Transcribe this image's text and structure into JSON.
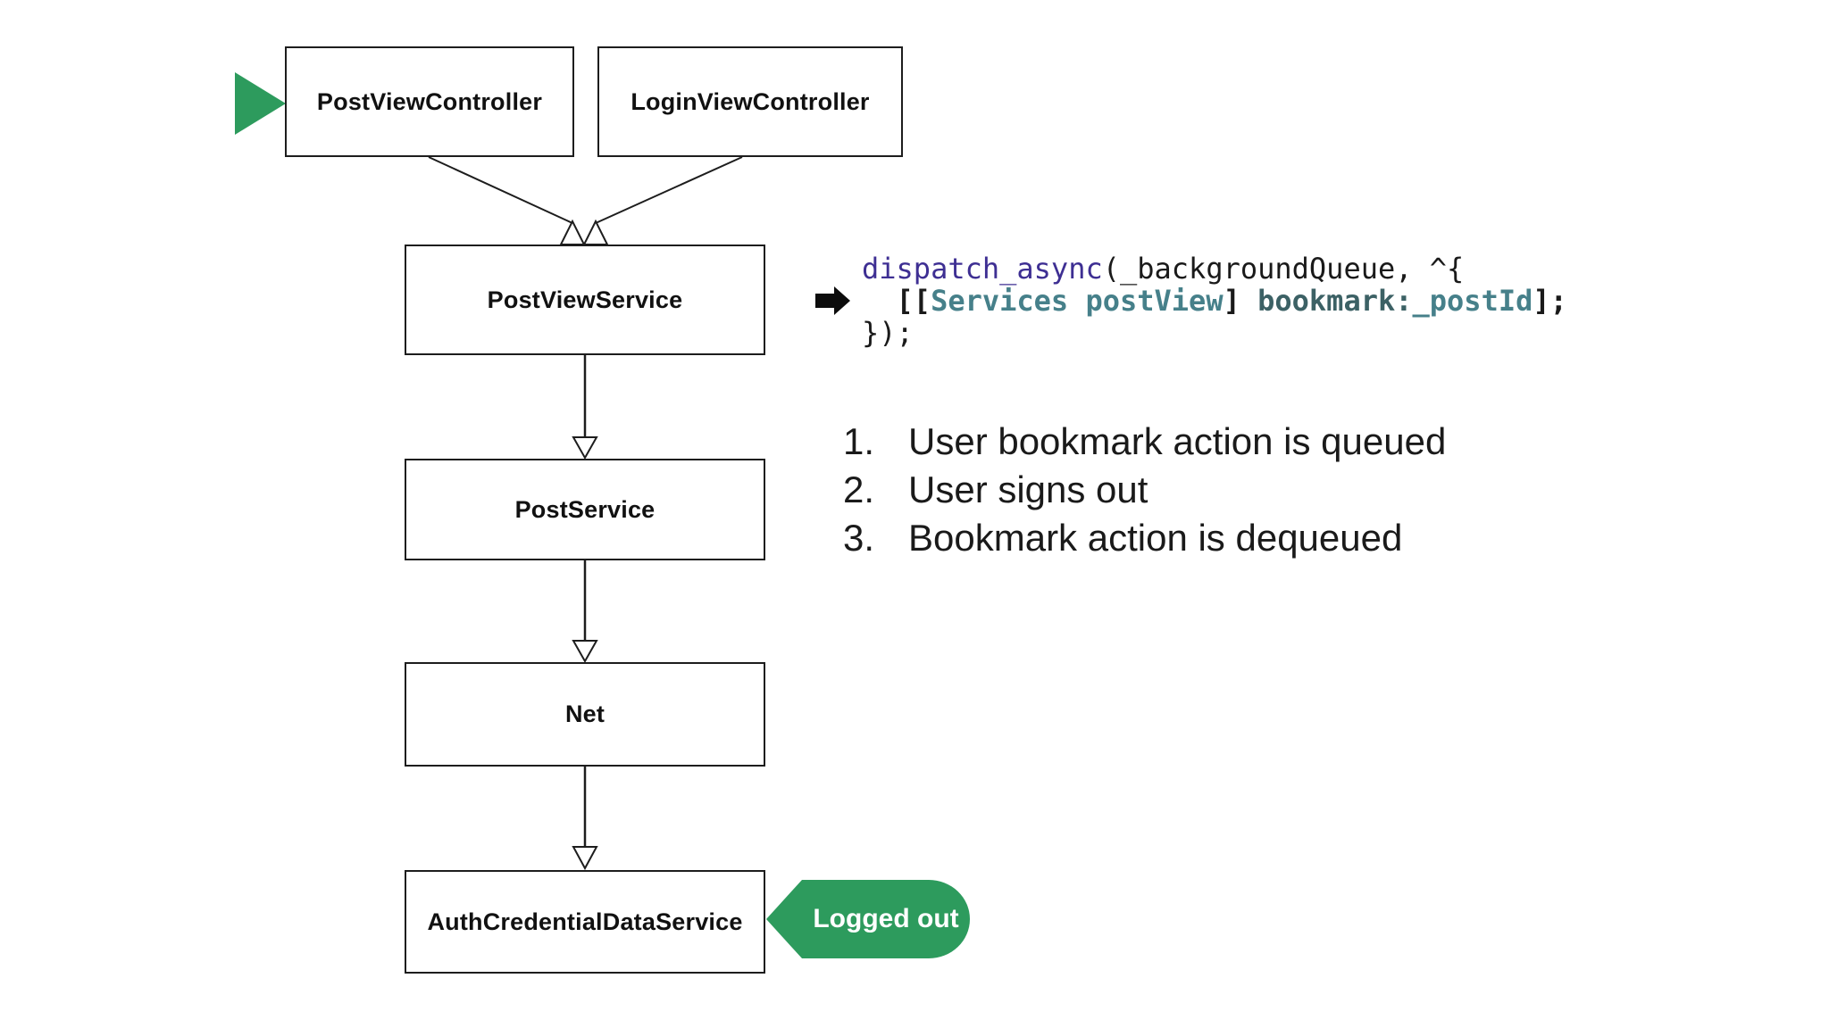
{
  "diagram": {
    "controllers": [
      {
        "label": "PostViewController"
      },
      {
        "label": "LoginViewController"
      }
    ],
    "services": [
      {
        "label": "PostViewService"
      },
      {
        "label": "PostService"
      },
      {
        "label": "Net"
      },
      {
        "label": "AuthCredentialDataService"
      }
    ],
    "badge": {
      "label": "Logged out",
      "color": "#2d9b5d"
    },
    "start_marker": {
      "color": "#2d9b5d"
    },
    "line_color": "#1d1d1d"
  },
  "code": {
    "lines": [
      {
        "tokens": [
          {
            "text": "dispatch_async",
            "role": "function"
          },
          {
            "text": "(_backgroundQueue, ^{",
            "role": "plain"
          }
        ]
      },
      {
        "tokens": [
          {
            "text": "  [[",
            "role": "plain"
          },
          {
            "text": "Services postView",
            "role": "type"
          },
          {
            "text": "] ",
            "role": "plain"
          },
          {
            "text": "bookmark:",
            "role": "selector"
          },
          {
            "text": "_postId",
            "role": "type"
          },
          {
            "text": "];",
            "role": "plain"
          }
        ]
      },
      {
        "tokens": [
          {
            "text": "});",
            "role": "plain"
          }
        ]
      }
    ],
    "colors": {
      "function": "#3e2f93",
      "type": "#46808a",
      "selector": "#3c6165",
      "plain": "#1a1a1a"
    }
  },
  "steps": [
    {
      "num": "1.",
      "text": "User bookmark action is queued"
    },
    {
      "num": "2.",
      "text": "User signs out"
    },
    {
      "num": "3.",
      "text": "Bookmark action is dequeued"
    }
  ]
}
